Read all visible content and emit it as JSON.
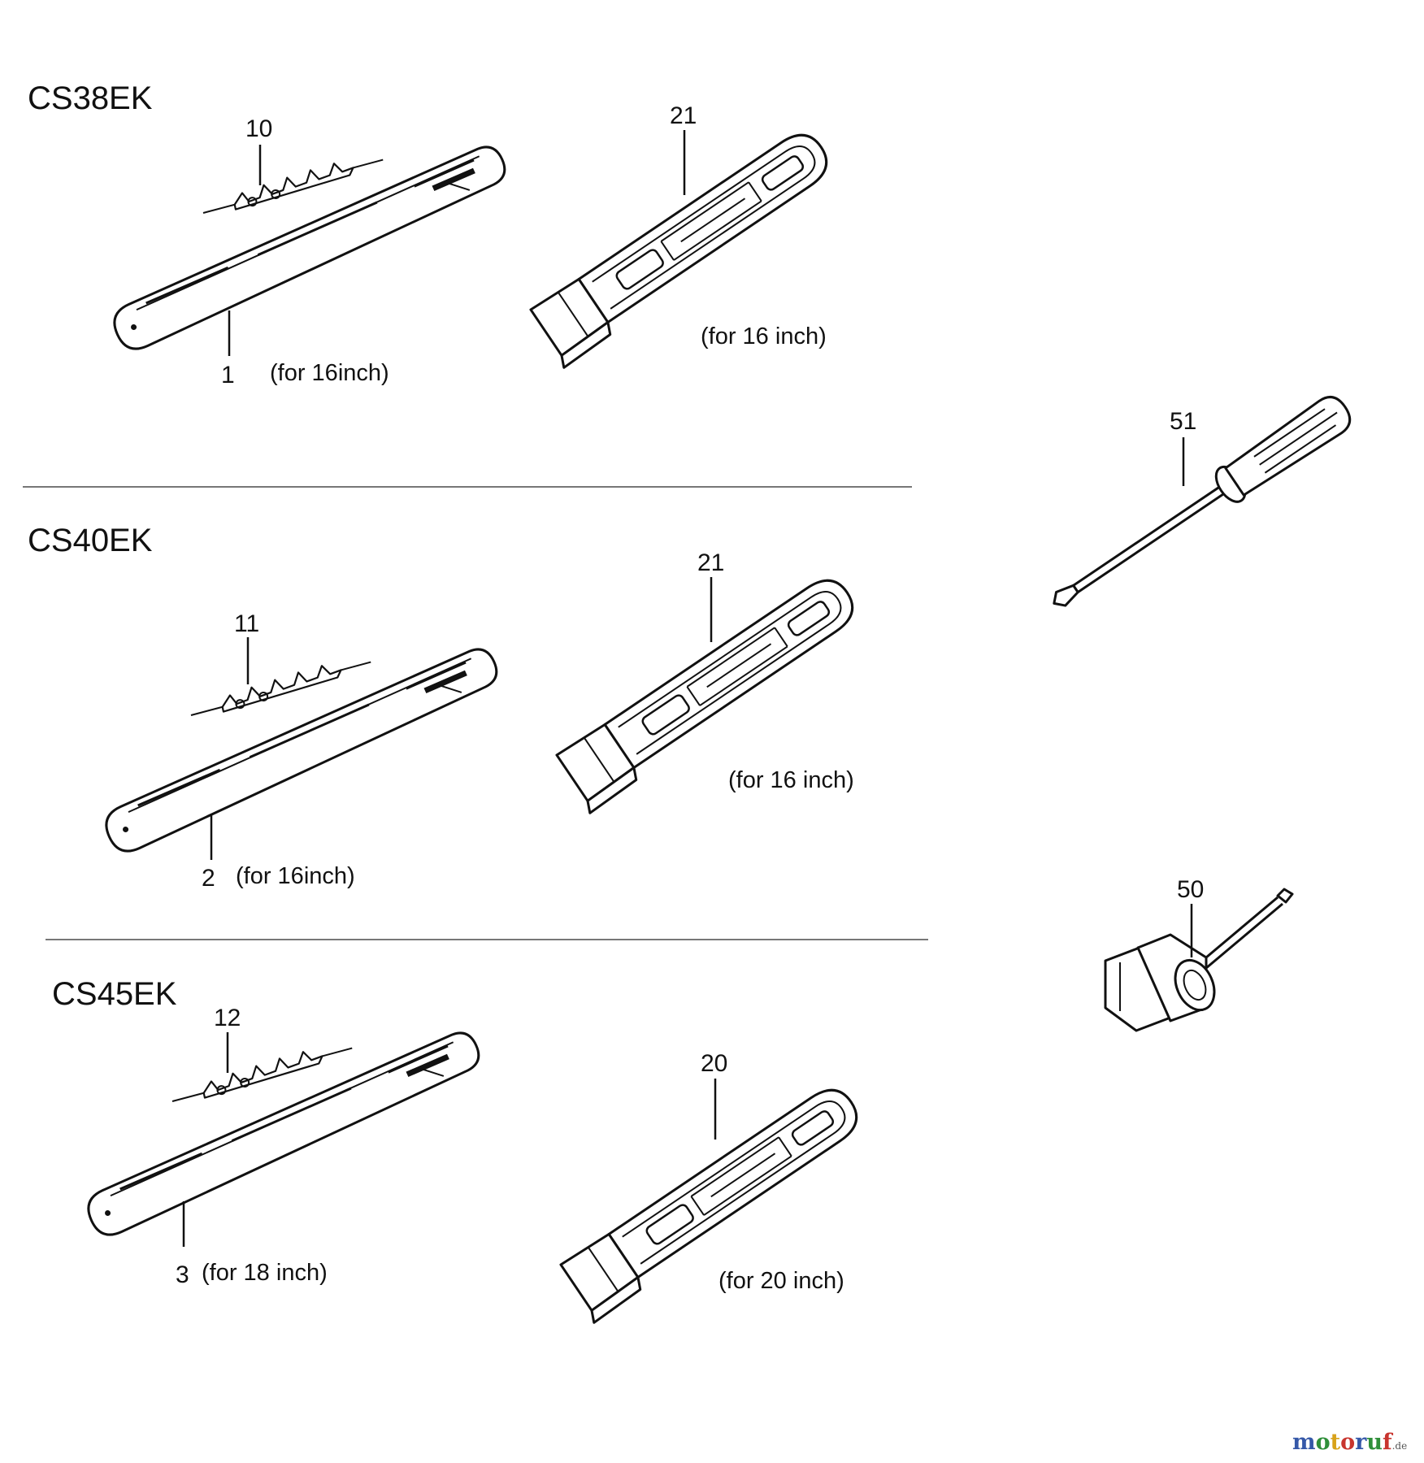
{
  "sections": [
    {
      "model": "CS38EK",
      "bar": {
        "ref": "1",
        "note": "(for 16inch)"
      },
      "chain": {
        "ref": "10"
      },
      "cover": {
        "ref": "21",
        "note": "(for 16 inch)"
      }
    },
    {
      "model": "CS40EK",
      "bar": {
        "ref": "2",
        "note": "(for 16inch)"
      },
      "chain": {
        "ref": "11"
      },
      "cover": {
        "ref": "21",
        "note": "(for 16 inch)"
      }
    },
    {
      "model": "CS45EK",
      "bar": {
        "ref": "3",
        "note": "(for 18 inch)"
      },
      "chain": {
        "ref": "12"
      },
      "cover": {
        "ref": "20",
        "note": "(for 20 inch)"
      }
    }
  ],
  "tools": {
    "screwdriver": {
      "ref": "51"
    },
    "plug_wrench": {
      "ref": "50"
    }
  },
  "watermark": {
    "letters": [
      "m",
      "o",
      "t",
      "o",
      "r",
      "u",
      "f"
    ],
    "colors": [
      "#3558a8",
      "#2f8f3a",
      "#d8a21a",
      "#c8352e",
      "#3558a8",
      "#2f8f3a",
      "#c8352e"
    ],
    "suffix": ".de"
  }
}
